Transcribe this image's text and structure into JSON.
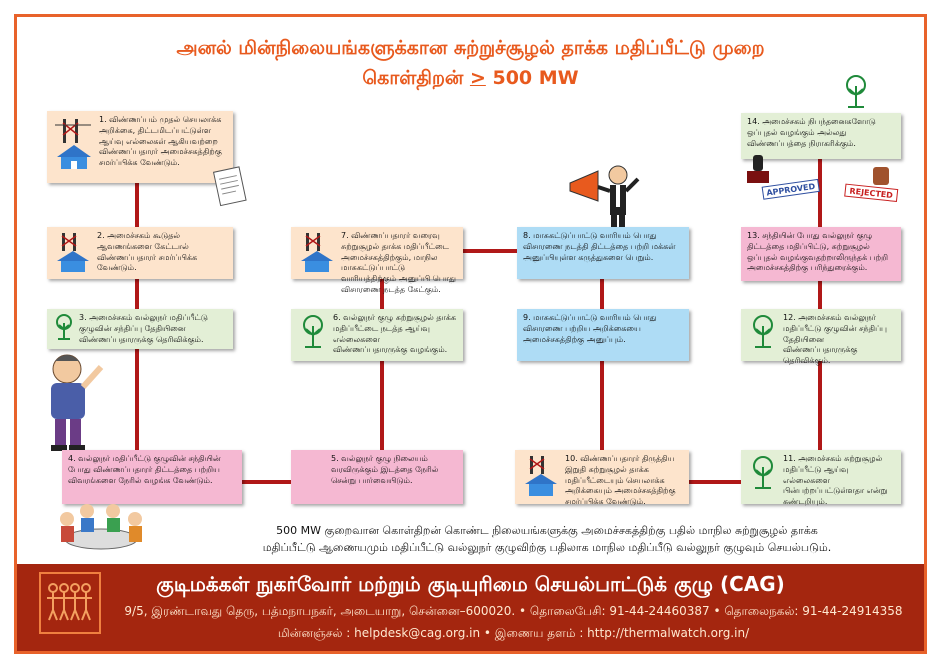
{
  "title": {
    "line1": "அனல் மின்நிலையங்களுக்கான சுற்றுச்சூழல் தாக்க மதிப்பீட்டு முறை",
    "line2_prefix": "கொள்திறன் ",
    "line2_symbol": ">",
    "line2_suffix": " 500 MW"
  },
  "steps": {
    "s1": "1. விண்ணப்பம் முதல் செயலாக்க அறிக்கை, திட்டமிடப்பட்டுள்ள ஆய்வு எல்லைகள் ஆகியவற்றை விண்ணப்பதாரர் அமைச்சகத்திற்கு சமர்ப்பிக்க வேண்டும்.",
    "s2": "2. அமைச்சகம் கூடுதல் ஆவணங்களை கேட்டால் விண்ணப்பதாரர் சமர்ப்பிக்க வேண்டும்.",
    "s3": "3. அமைச்சகம் வல்லுநர் மதிப்பீட்டு குழுவின் சந்திப்பு தேதியினை விண்ணப்பதாரருக்கு தெரிவிக்கும்.",
    "s4": "4. வல்லுநர் மதிப்பீட்டு குழுவின் சந்தியின் போது விண்ணப்பதாரர் திட்டத்தை பற்றிய விவரங்களை நேரில் வழங்க வேண்டும்.",
    "s5": "5. வல்லுநர் குழு நிலையம் வரவிருக்கும் இடத்தை நேரில் சென்று பார்வையிடும்.",
    "s6": "6. வல்லுநர் குழு சுற்றுசூழல் தாக்க மதிப்பீட்டை நடத்த ஆய்வு எல்லைகளை விண்ணப்பதாரருக்கு வழங்கும்.",
    "s7": "7. விண்ணப்பதாரர் வரைவு சுற்றுசூழல் தாக்க மதிப்பீட்டை அமைச்சகத்திற்கும், மாநில மாசுகட்டுப்பாட்டு வாரியத்திற்கும் அனுப்பி பொது விசாரணை நடத்த கேட்கும்.",
    "s8": "8. மாசுகட்டுப்பாட்டு வாரியம் பொது விசாரணை நடத்தி திட்டத்தை பற்றி மக்கள் அனுப்பியுள்ள கருத்துகளை பெறும்.",
    "s9": "9. மாசுகட்டுப்பாட்டு வாரியம் பொது விசாரணை பற்றிய அறிக்கையை அமைச்சகத்திற்கு அனுப்பும்.",
    "s10": "10. விண்ணப்பதாரர் திருத்திய இறுதி சுற்றுசூழல் தாக்க மதிப்பீட்டையும் செயலாக்க அறிக்கையும் அமைச்சகத்திற்கு சமர்ப்பிக்க வேண்டும்.",
    "s11": "11. அமைச்சகம் சுற்றுசூழல் மதிப்பீட்டு ஆய்வு எல்லைகளை பின்பற்றப்பட்டுள்ளதா என்று கண்டறியும்.",
    "s12": "12. அமைச்சகம் வல்லுநர் மதிப்பீட்டு குழுவின் சந்திப்பு தேதியினை விண்ணப்பதாரருக்கு தெரிவிக்கும்.",
    "s13": "13. சந்தியின் போது வல்லுநர் குழு திட்டத்தை மதிப்பிட்டு, சுற்றுசூழல் ஒப்புதல் வழங்குவதற்றாலிருந்தக் பற்றி அமைச்சகத்திற்கு பரிந்துரைக்கும்.",
    "s14": "14. அமைச்சகம் நிபந்தனைகளோடு ஒப்புதல் வழங்கும் அல்லது விண்ணப்பத்தை நிராகரிக்கும்."
  },
  "stamps": {
    "approved": "APPROVED",
    "rejected": "REJECTED"
  },
  "note": {
    "line1": "500 MW குறைவான கொள்திறன் கொண்ட நிலையங்களுக்கு அமைச்சகத்திற்கு பதில் மாநில சுற்றுசூழல் தாக்க",
    "line2": "மதிப்பீட்டு ஆணையமும் மதிப்பீட்டு வல்லுநர் குழுவிற்கு பதிலாக மாநில மதிப்பீடு வல்லுநர் குழுவும் செயல்படும்."
  },
  "footer": {
    "org": "குடிமக்கள் நுகர்வோர் மற்றும் குடியுரிமை செயல்பாட்டுக் குழு (CAG)",
    "address": "9/5, இரண்டாவது தெரு, பத்மநாபநகர், அடையாறு, சென்னை–600020. • தொலைபேசி: 91-44-24460387 • தொலைநகல்: 91-44-24914358",
    "contact": "மின்னஞ்சல் : helpdesk@cag.org.in  •  இணைய தளம் : http://thermalwatch.org.in/"
  },
  "colors": {
    "accent": "#e85a1e",
    "connector": "#b01818",
    "footer_bg": "#a4260f",
    "peach": "#fde4cc",
    "light_green": "#e3efd6",
    "pink": "#f5b8d2",
    "blue": "#aedcf5"
  },
  "icons": {
    "plant": "power-plant-icon",
    "ministry": "ministry-tree-logo-icon",
    "document": "document-icon",
    "megaphone": "megaphone-man-icon",
    "stamps": "approval-stamps-icon",
    "presenter": "presenter-man-icon",
    "meeting": "meeting-group-icon",
    "cag_logo": "cag-logo-icon"
  }
}
